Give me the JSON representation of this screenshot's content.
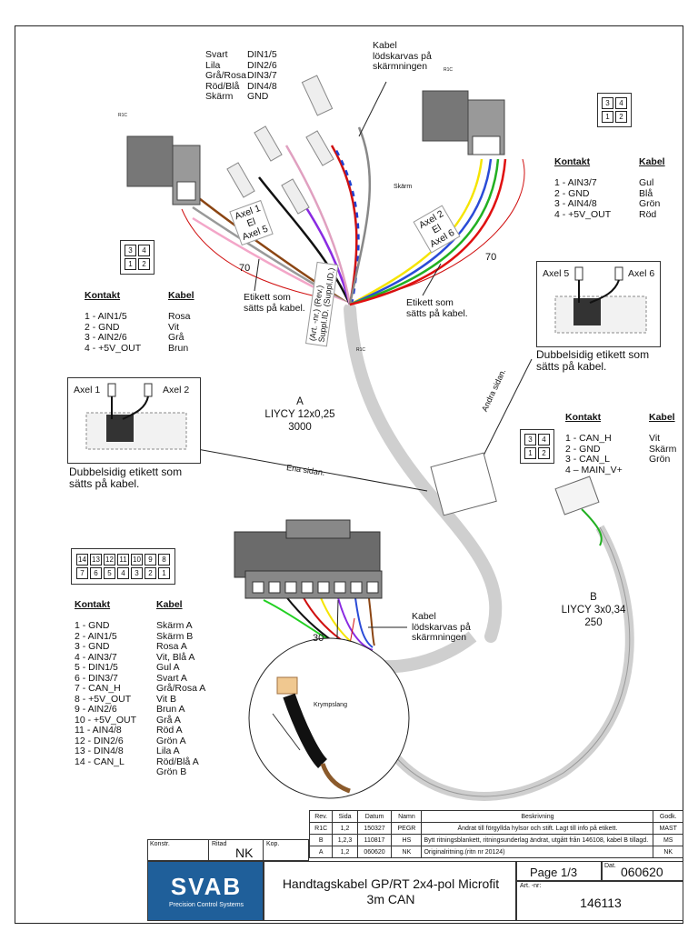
{
  "top_wire_legend": [
    {
      "name": "Svart",
      "pin": "DIN1/5"
    },
    {
      "name": "Lila",
      "pin": "DIN2/6"
    },
    {
      "name": "Grå/Rosa",
      "pin": "DIN3/7"
    },
    {
      "name": "Röd/Blå",
      "pin": "DIN4/8"
    },
    {
      "name": "Skärm",
      "pin": "GND"
    }
  ],
  "top_note": [
    "Kabel",
    "lödskarvas på",
    "skärmningen"
  ],
  "skarm_label": "Skärm",
  "rtc": "R1C",
  "axel_left_tag": [
    "Axel 1",
    "El",
    "Axel 5"
  ],
  "axel_right_tag": [
    "Axel 2",
    "El",
    "Axel 6"
  ],
  "dim_70_left": "70",
  "dim_70_right": "70",
  "dim_30": "30",
  "etikett_note": [
    "Etikett som",
    "sätts på kabel."
  ],
  "label_tag": [
    "(Art. -nr.) (Rev.)",
    "Suppl.ID. (Suppl.ID.)"
  ],
  "cable_a": {
    "name": "A",
    "type": "LIYCY 12x0,25",
    "length": "3000"
  },
  "cable_b": {
    "name": "B",
    "type": "LIYCY 3x0,34",
    "length": "250"
  },
  "left_table": {
    "h1": "Kontakt",
    "h2": "Kabel",
    "rows": [
      [
        "1 - AIN1/5",
        "Rosa"
      ],
      [
        "2 - GND",
        "Vit"
      ],
      [
        "3 - AIN2/6",
        "Grå"
      ],
      [
        "4 - +5V_OUT",
        "Brun"
      ]
    ]
  },
  "right_table": {
    "h1": "Kontakt",
    "h2": "Kabel",
    "rows": [
      [
        "1 - AIN3/7",
        "Gul"
      ],
      [
        "2 - GND",
        "Blå"
      ],
      [
        "3 - AIN4/8",
        "Grön"
      ],
      [
        "4 - +5V_OUT",
        "Röd"
      ]
    ]
  },
  "can_table": {
    "h1": "Kontakt",
    "h2": "Kabel",
    "rows": [
      [
        "1 - CAN_H",
        "Vit"
      ],
      [
        "2 - GND",
        "Skärm"
      ],
      [
        "3 - CAN_L",
        "Grön"
      ],
      [
        "4 – MAIN_V+",
        ""
      ]
    ]
  },
  "main_table": {
    "h1": "Kontakt",
    "h2": "Kabel",
    "rows": [
      [
        "1 - GND",
        "Skärm A"
      ],
      [
        "",
        "Skärm B"
      ],
      [
        "2 - AIN1/5",
        "Rosa A"
      ],
      [
        "3 - GND",
        "Vit, Blå A"
      ],
      [
        "4 - AIN3/7",
        "Gul A"
      ],
      [
        "5 - DIN1/5",
        "Svart A"
      ],
      [
        "6 - DIN3/7",
        "Grå/Rosa A"
      ],
      [
        "7 - CAN_H",
        "Vit B"
      ],
      [
        "8 - +5V_OUT",
        "Brun A"
      ],
      [
        "9 - AIN2/6",
        "Grå A"
      ],
      [
        "10 - +5V_OUT",
        "Röd A"
      ],
      [
        "11 - AIN4/8",
        "Grön A"
      ],
      [
        "12 - DIN2/6",
        "Lila A"
      ],
      [
        "13 - DIN4/8",
        "Röd/Blå A"
      ],
      [
        "14 - CAN_L",
        "Grön B"
      ]
    ]
  },
  "pins_4_top": [
    "3",
    "4"
  ],
  "pins_4_bottom": [
    "1",
    "2"
  ],
  "pins_14_top": [
    "14",
    "13",
    "12",
    "11",
    "10",
    "9",
    "8"
  ],
  "pins_14_bottom": [
    "7",
    "6",
    "5",
    "4",
    "3",
    "2",
    "1"
  ],
  "inset_left": {
    "a": "Axel 1",
    "b": "Axel 2"
  },
  "inset_right": {
    "a": "Axel 5",
    "b": "Axel 6"
  },
  "dubbel_note": [
    "Dubbelsidig etikett som",
    "sätts på kabel."
  ],
  "ena_sidan": "Ena sidan.",
  "andra_sidan": "Andra sidan.",
  "kabel_note2": [
    "Kabel",
    "lödskarvas på",
    "skärmningen"
  ],
  "krympslang": "Krympslang",
  "revisions": {
    "headers": [
      "Rev.",
      "Sida",
      "Datum",
      "Namn",
      "Beskrivning",
      "Godk."
    ],
    "rows": [
      [
        "R1C",
        "1,2",
        "150327",
        "PEGR",
        "Ändrat till förgyllda hylsor och stift. Lagt till info på etikett.",
        "MAST"
      ],
      [
        "B",
        "1,2,3",
        "110817",
        "HS",
        "Bytt ritningsblankett, ritningsunderlag ändrat, utgått från 146108, kabel B tillagd.",
        "MS"
      ],
      [
        "A",
        "1,2",
        "060620",
        "NK",
        "Originalritning.(ritn nr 20124)",
        "NK"
      ]
    ]
  },
  "title_block": {
    "konstr": "Konstr.",
    "ritad": "Ritad",
    "ritad_by": "NK",
    "kop": "Kop.",
    "logo": "SVAB",
    "logo_sub": "Precision Control Systems",
    "title_line1": "Handtagskabel GP/RT 2x4-pol Microfit",
    "title_line2": "3m CAN",
    "page": "Page 1/3",
    "dat_label": "Dat.",
    "date": "060620",
    "art_label": "Art. -nr:",
    "art_nr": "146113"
  },
  "colors": {
    "frame": "#222222",
    "logo_bg": "#1f5f9a",
    "cable_grey": "#cfcfcf",
    "connector": "#6b6b6b"
  }
}
